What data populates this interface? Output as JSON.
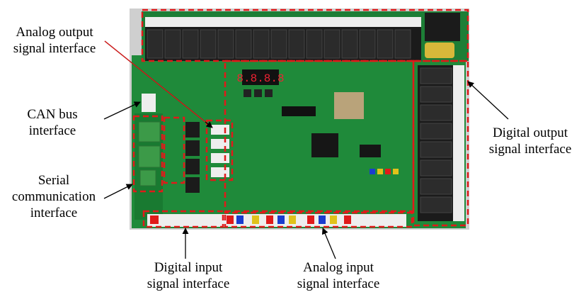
{
  "labels": {
    "analog_output": [
      "Analog output",
      "signal interface"
    ],
    "can_bus": [
      "CAN bus",
      "interface"
    ],
    "serial": [
      "Serial",
      "communication",
      "interface"
    ],
    "digital_input": [
      "Digital input",
      "signal interface"
    ],
    "analog_input": [
      "Analog input",
      "signal interface"
    ],
    "digital_output": [
      "Digital output",
      "signal interface"
    ]
  },
  "display_digits": "8.8.8.8",
  "colors": {
    "pcb_green": "#1f8a3a",
    "pcb_dark": "#15672a",
    "highlight_red": "#e01a1a",
    "relay_black": "#1b1b1b",
    "terminal_white": "#eeeeee",
    "connector_green": "#3c9a48"
  }
}
